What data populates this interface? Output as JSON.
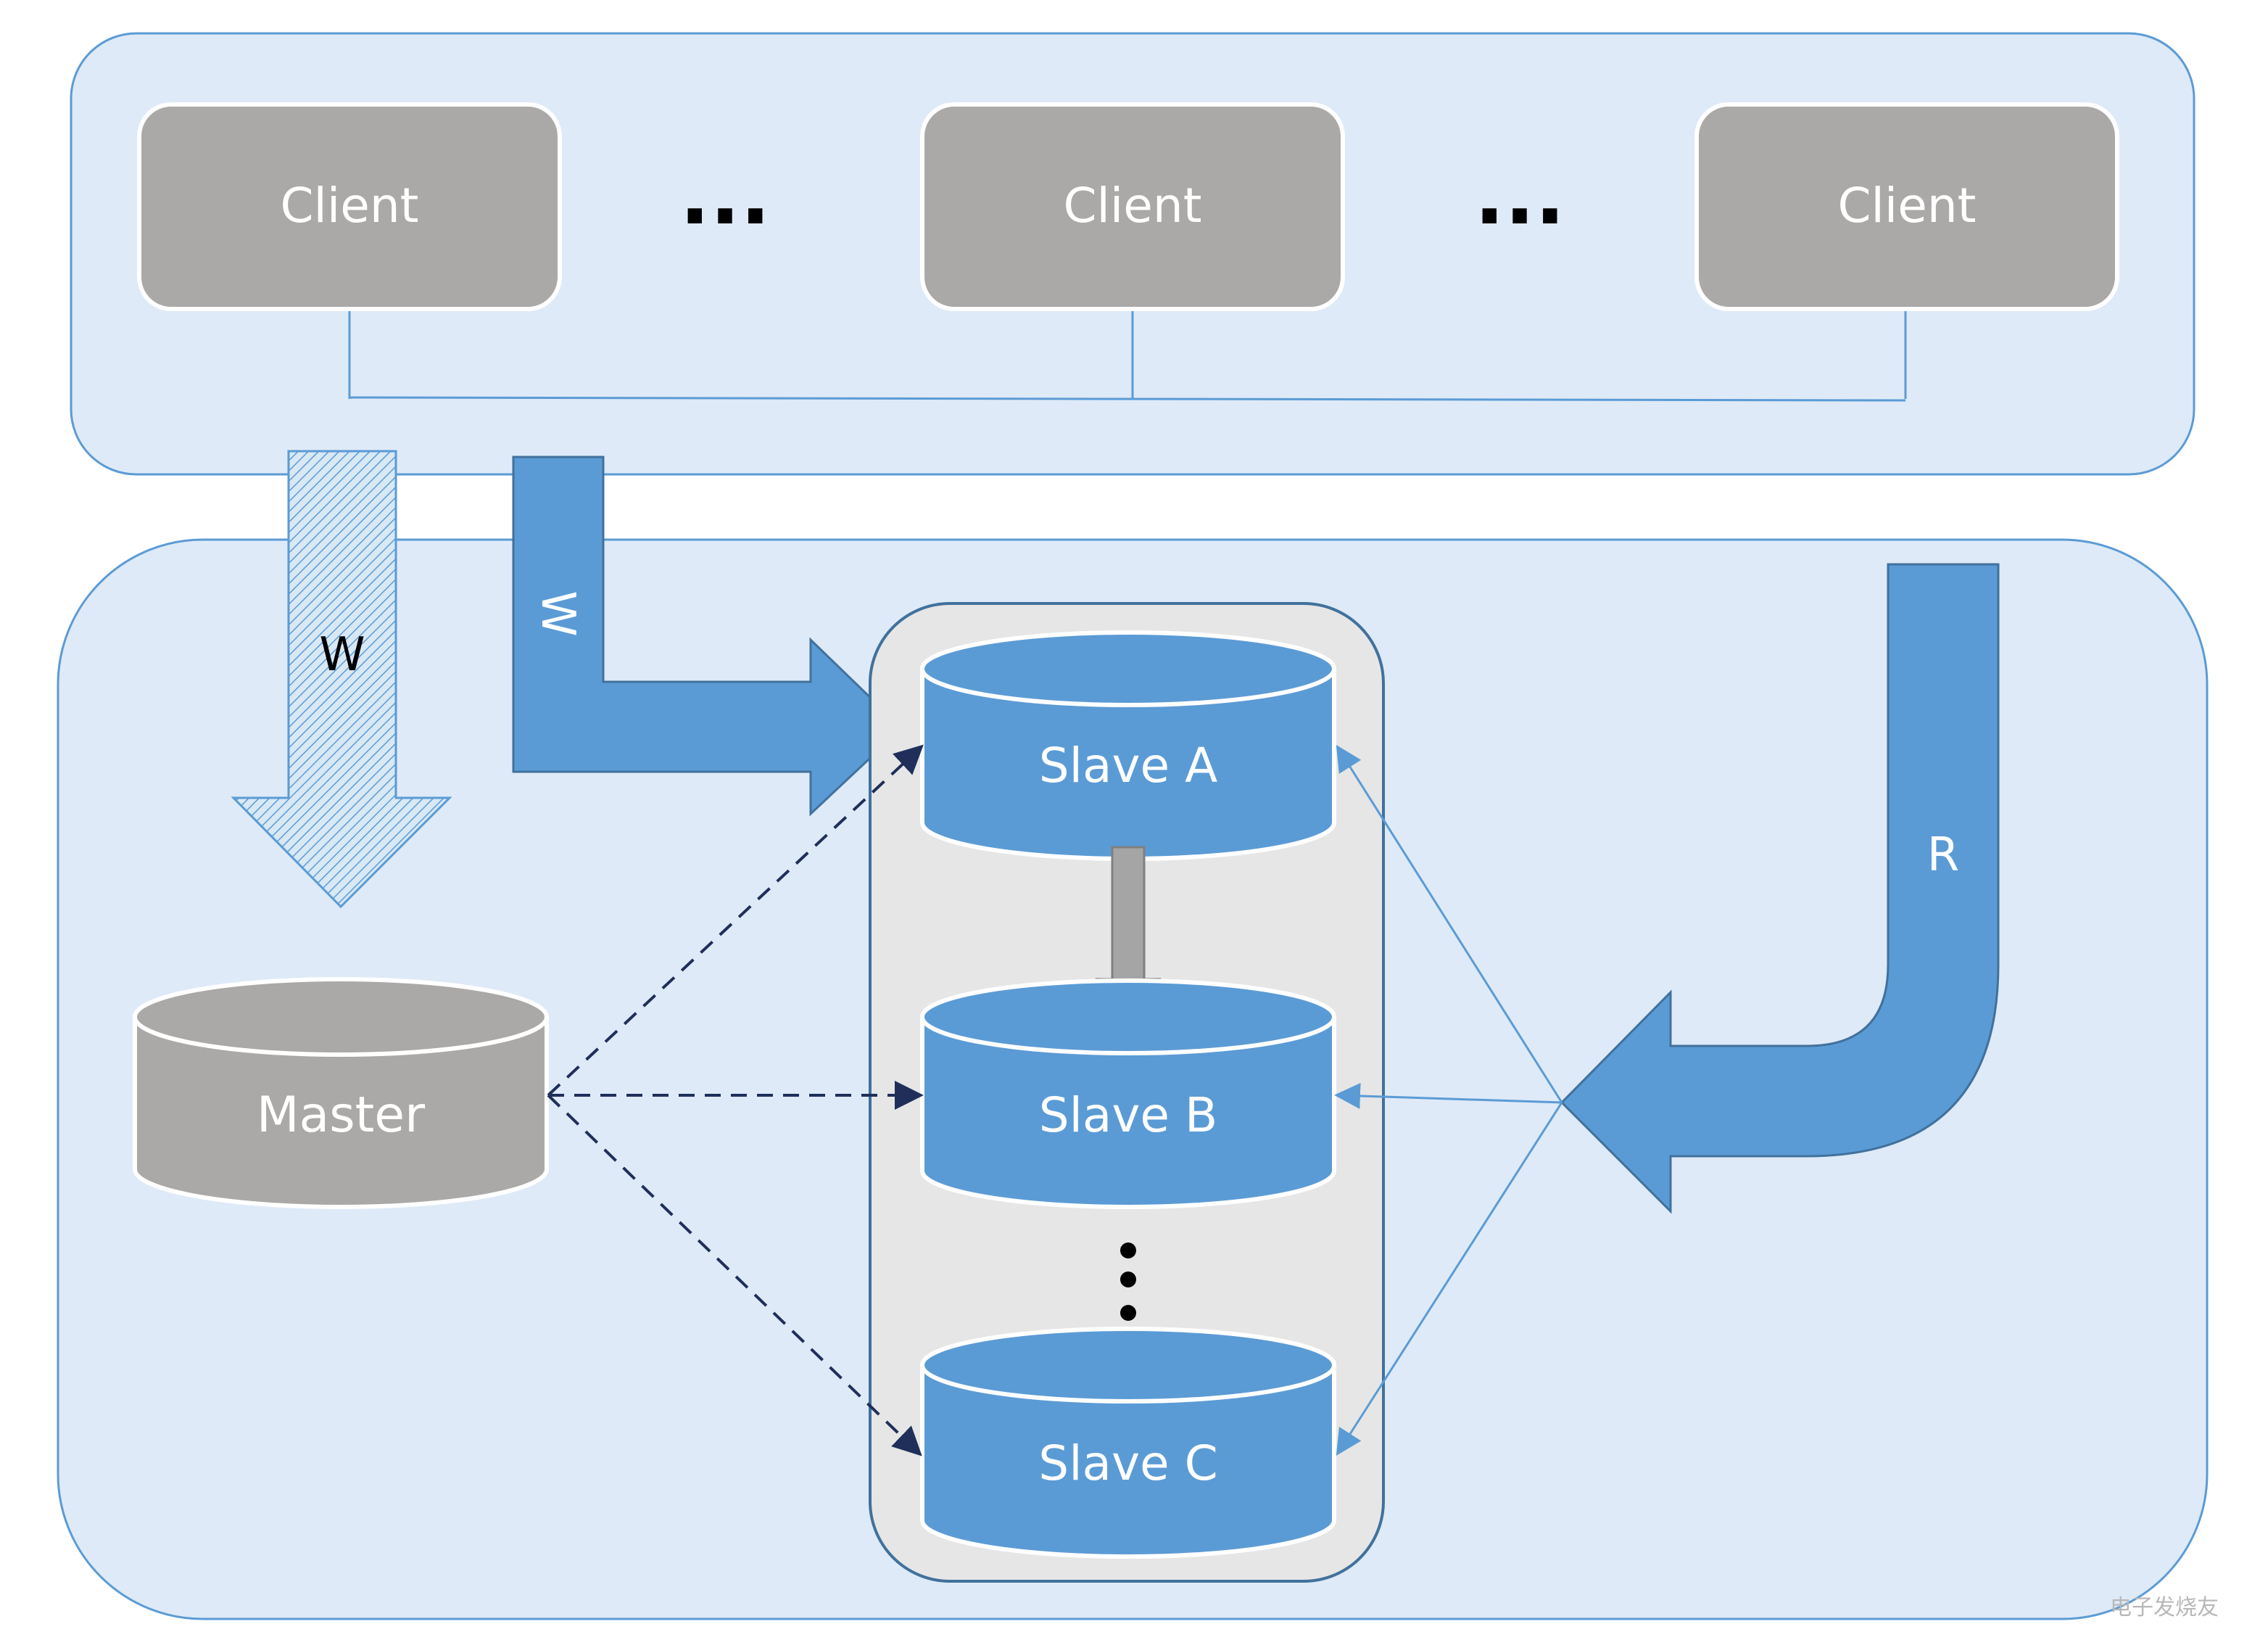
{
  "clients": {
    "items": [
      {
        "label": "Client"
      },
      {
        "label": "Client"
      },
      {
        "label": "Client"
      }
    ],
    "ellipsis": [
      "...",
      "..."
    ]
  },
  "arrows": {
    "master_write_label": "W",
    "slave_write_label": "W",
    "read_label": "R"
  },
  "master": {
    "label": "Master"
  },
  "slaves": {
    "items": [
      {
        "label": "Slave A"
      },
      {
        "label": "Slave B"
      },
      {
        "label": "Slave C"
      }
    ],
    "ellipsis": "⋮"
  },
  "watermark": "电子发烧友",
  "colors": {
    "panel_fill": "#deeaf7",
    "panel_stroke": "#5b9bd5",
    "client_fill": "#aba9a7",
    "slave_fill": "#5b9bd5",
    "slave_stroke": "#ffffff",
    "cluster_fill": "#e6e6e6",
    "cluster_stroke": "#41719c",
    "arrow_blue": "#5b9bd5",
    "dash_line": "#1f2f5a",
    "gray_arrow": "#a5a5a5"
  }
}
